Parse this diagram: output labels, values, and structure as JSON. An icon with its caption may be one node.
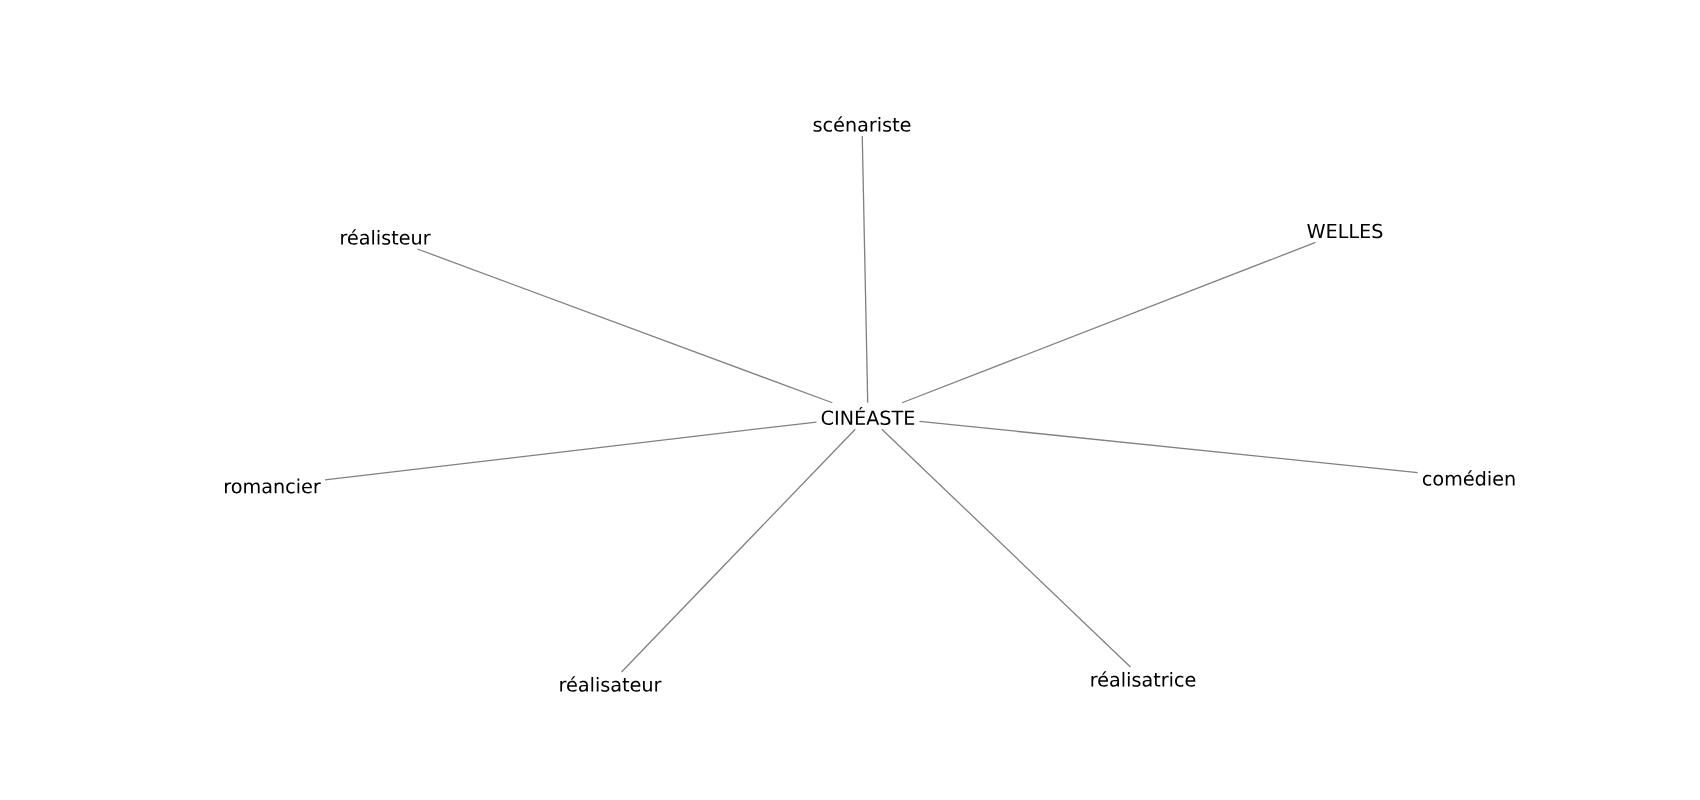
{
  "diagram": {
    "nodes": [
      {
        "text": [
          "scénariste"
        ]
      },
      {
        "text": [
          "réalisteur"
        ]
      },
      {
        "text": [
          "WELLES"
        ]
      },
      {
        "text": [
          "CINÉASTE"
        ]
      },
      {
        "text": [
          "romancier"
        ]
      },
      {
        "text": [
          "comédien"
        ]
      },
      {
        "text": [
          "réalisateur"
        ]
      },
      {
        "text": [
          "réalisatrice"
        ]
      }
    ],
    "edges": [
      {
        "from": 3,
        "to": 0,
        "arrow": "none"
      },
      {
        "from": 3,
        "to": 1,
        "arrow": "none"
      },
      {
        "from": 3,
        "to": 2,
        "arrow": "none"
      },
      {
        "from": 3,
        "to": 4,
        "arrow": "none"
      },
      {
        "from": 3,
        "to": 5,
        "arrow": "none"
      },
      {
        "from": 3,
        "to": 6,
        "arrow": "none"
      },
      {
        "from": 3,
        "to": 7,
        "arrow": "none"
      }
    ]
  }
}
